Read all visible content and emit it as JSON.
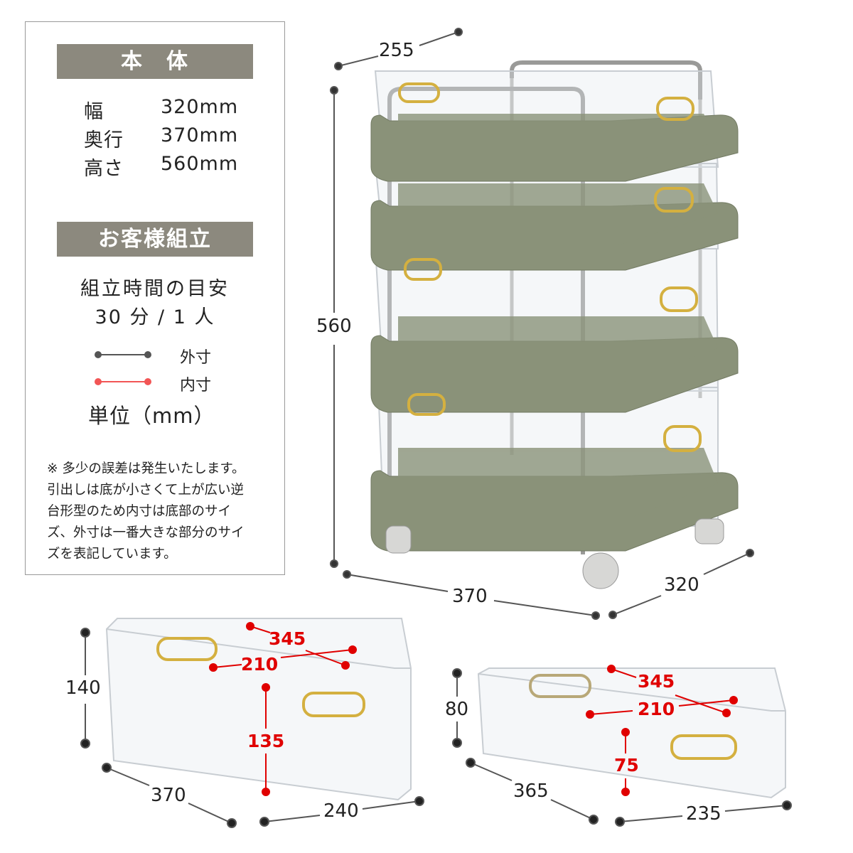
{
  "body_spec": {
    "title": "本　体",
    "rows": [
      {
        "label": "幅",
        "value": "320mm"
      },
      {
        "label": "奥行",
        "value": "370mm"
      },
      {
        "label": "高さ",
        "value": "560mm"
      }
    ]
  },
  "assembly": {
    "title": "お客様組立",
    "line1": "組立時間の目安",
    "line2": "30 分 / 1 人"
  },
  "legend": {
    "outer": "外寸",
    "inner": "内寸",
    "unit": "単位（mm）",
    "outer_color": "#555555",
    "inner_color": "#f25555"
  },
  "note": [
    "※ 多少の誤差は発生いたします。",
    "引出しは底が小さくて上が広い逆",
    "台形型のため内寸は底部のサイ",
    "ズ、外寸は一番大きな部分のサイ",
    "ズを表記しています。"
  ],
  "cart_dims": {
    "depth_top": "255",
    "height": "560",
    "depth": "370",
    "width": "320"
  },
  "large_drawer": {
    "height": "140",
    "depth": "370",
    "width": "240",
    "inner_depth": "345",
    "inner_width": "210",
    "inner_height": "135"
  },
  "small_drawer": {
    "height": "80",
    "depth": "365",
    "width": "235",
    "inner_depth": "345",
    "inner_width": "210",
    "inner_height": "75"
  }
}
